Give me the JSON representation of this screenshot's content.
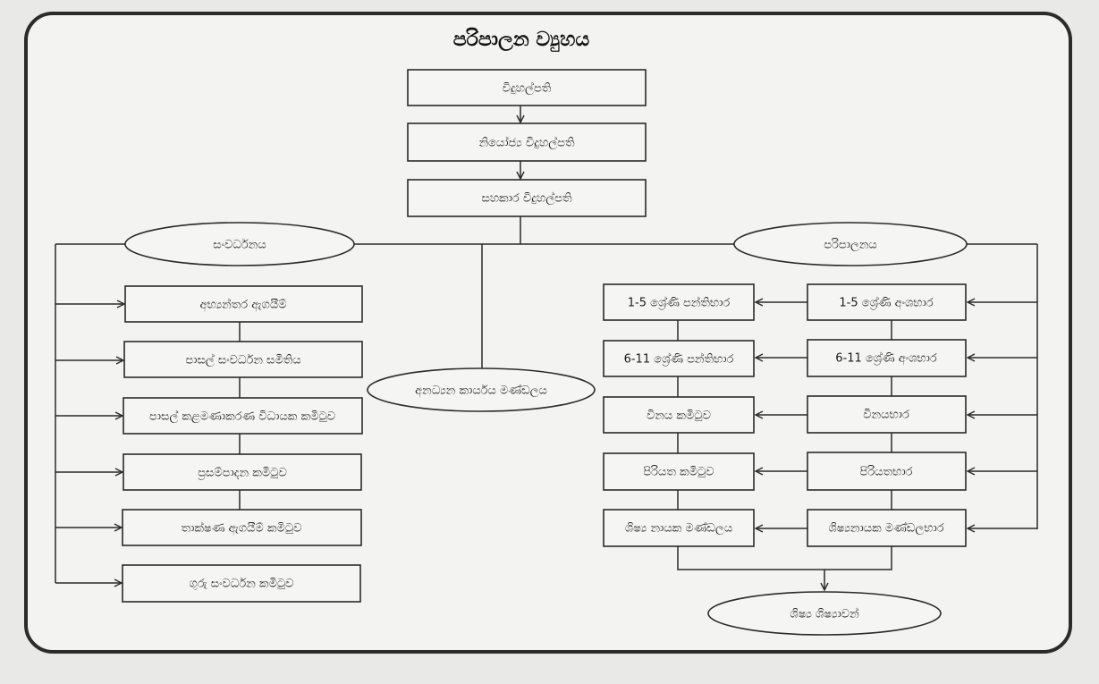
{
  "title": "පරිපාලන ව්‍යුහය",
  "top_chain": [
    "විදුහල්පති",
    "නියෝජ්‍ය විදුහල්පති",
    "සහකාර විදුහල්පති"
  ],
  "development": {
    "label": "සංවර්ධනය",
    "items": [
      "අභ්‍යන්තර ඇගයීම්",
      "පාසල් සංවර්ධන සමිතිය",
      "පාසල් කළමණාකරණ විධායක කමිටුව",
      "ප්‍රසම්පාදන කමිටුව",
      "තාක්ෂණ ඇගයීම් කමිටුව",
      "ගුරු සංවර්ධන කමිටුව"
    ]
  },
  "academic_board": "අනධ්‍යන කාර්යය මණ්ඩලය",
  "administration": {
    "label": "පරිපාලනය",
    "heads": [
      "1-5 ශ්‍රේණි අංශභාර",
      "6-11 ශ්‍රේණි අංශභාර",
      "විනයභාර",
      "පිරියතභාර",
      "ශිෂ්‍යනායක මණ්ඩලභාර"
    ],
    "units": [
      "1-5 ශ්‍රේණි පන්තිභාර",
      "6-11 ශ්‍රේණි පන්තිභාර",
      "විනය කමිටුව",
      "පිරියත කමිටුව",
      "ශිෂ්‍ය නායක මණ්ඩලය"
    ]
  },
  "students": "ශිෂ්‍ය ශිෂ්‍යාවන්"
}
